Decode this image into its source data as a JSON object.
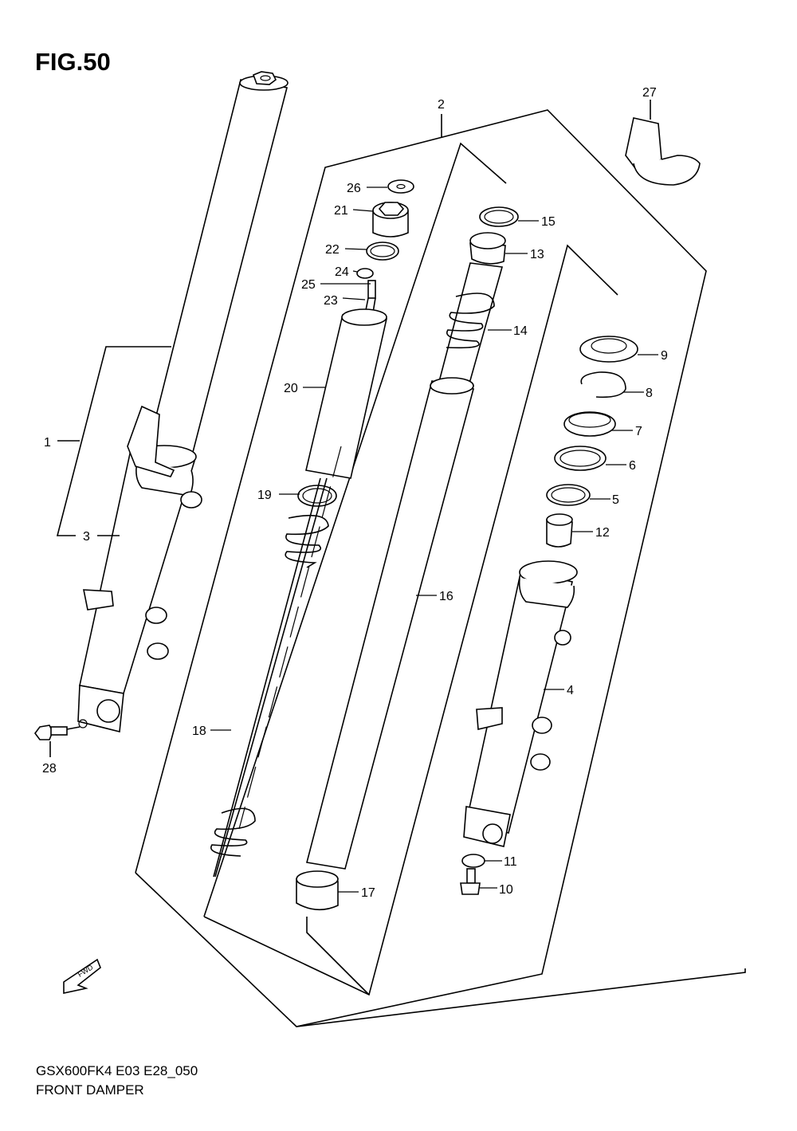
{
  "figure_title": "FIG.50",
  "footer": {
    "model_code": "GSX600FK4 E03 E28_050",
    "section_name": "FRONT DAMPER"
  },
  "fwd_label": "FWD",
  "callouts": {
    "p1": "1",
    "p2": "2",
    "p3": "3",
    "p4": "4",
    "p5": "5",
    "p6": "6",
    "p7": "7",
    "p8": "8",
    "p9": "9",
    "p10": "10",
    "p11": "11",
    "p12": "12",
    "p13": "13",
    "p14": "14",
    "p15": "15",
    "p16": "16",
    "p17": "17",
    "p18": "18",
    "p19": "19",
    "p20": "20",
    "p21": "21",
    "p22": "22",
    "p23": "23",
    "p24": "24",
    "p25": "25",
    "p26": "26",
    "p27": "27",
    "p28": "28"
  }
}
